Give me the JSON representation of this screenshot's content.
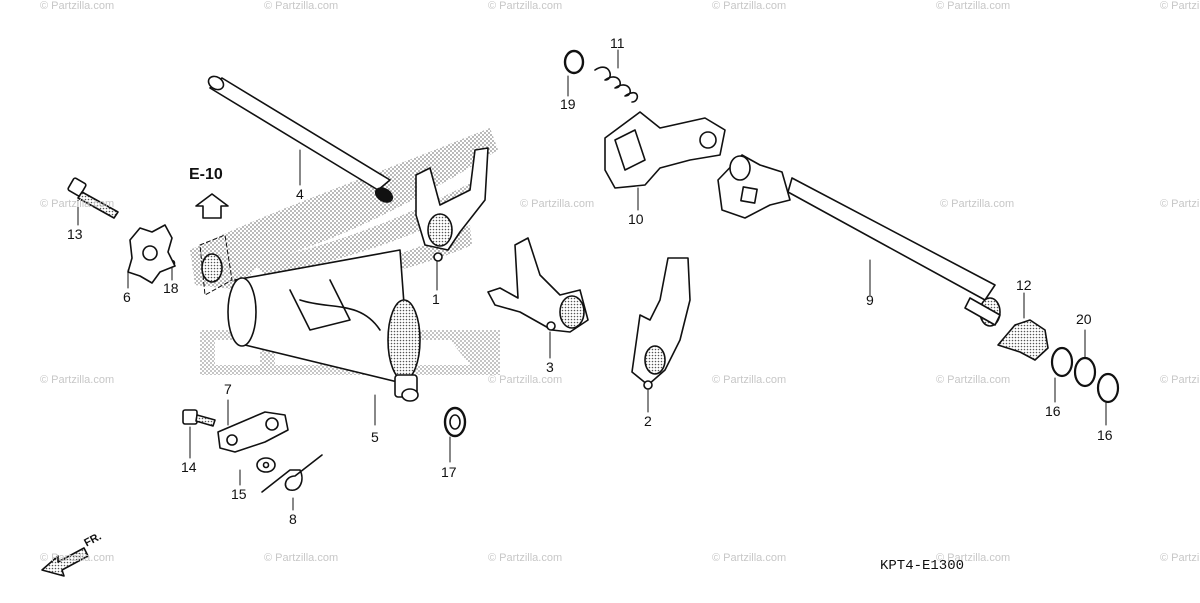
{
  "diagram": {
    "reference_label": "E-10",
    "drawing_code": "KPT4-E1300",
    "front_indicator": "FR.",
    "watermark": "© Partzilla.com",
    "colors": {
      "line": "#111111",
      "halftone": "#888888",
      "watermark": "#c7c7c7"
    },
    "callouts": {
      "c1": "1",
      "c2": "2",
      "c3": "3",
      "c4": "4",
      "c5": "5",
      "c6": "6",
      "c7": "7",
      "c8": "8",
      "c9": "9",
      "c10": "10",
      "c11": "11",
      "c12": "12",
      "c13": "13",
      "c14": "14",
      "c15": "15",
      "c16a": "16",
      "c16b": "16",
      "c17": "17",
      "c18": "18",
      "c19": "19",
      "c20": "20"
    }
  }
}
